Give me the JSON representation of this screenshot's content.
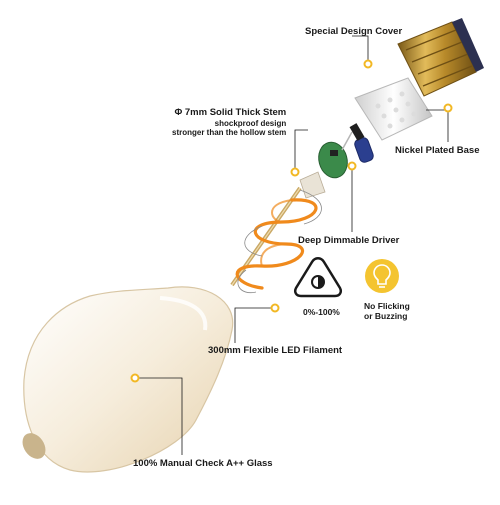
{
  "labels": {
    "cover": "Special Design Cover",
    "stem_title": "Φ 7mm Solid Thick Stem",
    "stem_line1": "shockproof design",
    "stem_line2": "stronger than the hollow stem",
    "base": "Nickel Plated Base",
    "driver": "Deep Dimmable Driver",
    "dimming": "0%-100%",
    "flicker_line1": "No Flicking",
    "flicker_line2": "or Buzzing",
    "filament": "300mm Flexible LED Filament",
    "glass": "100% Manual Check A++ Glass"
  },
  "colors": {
    "callout": "#f2b824",
    "filament": "#f08a1c",
    "brass": "#b88a2a",
    "glass": "#f3e9d6",
    "driver_board": "#3b8a4a",
    "capacitor": "#2b3f8f",
    "text": "#1a1a1a"
  },
  "icons": {
    "dimming": "triangle-dimmer-icon",
    "no_flicker": "lightbulb-icon"
  }
}
